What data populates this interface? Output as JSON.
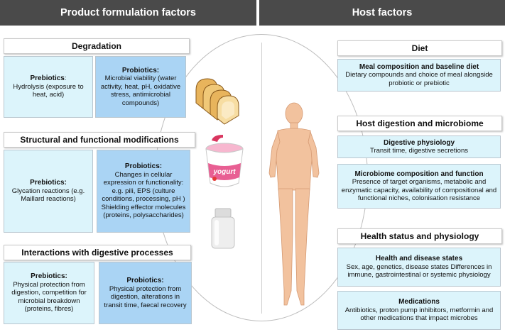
{
  "headers": {
    "left": "Product formulation factors",
    "right": "Host factors"
  },
  "left": {
    "degradation": {
      "title": "Degradation",
      "prebiotics": {
        "label": "Prebiotics",
        "text": "Hydrolysis (exposure to heat, acid)"
      },
      "probiotics": {
        "label": "Probiotics:",
        "text": "Microbial viability (water activity, heat, pH, oxidative stress, antimicrobial compounds)"
      }
    },
    "structural": {
      "title": "Structural and functional modifications",
      "prebiotics": {
        "label": "Prebiotics:",
        "text": "Glycation reactions (e.g. Maillard reactions)"
      },
      "probiotics": {
        "label": "Probiotics:",
        "text": "Changes in cellular expression or functionality: e.g. pili, EPS (culture conditions, processing, pH ) Shielding effector molecules (proteins, polysaccharides)"
      }
    },
    "interactions": {
      "title": "Interactions with digestive processes",
      "prebiotics": {
        "label": "Prebiotics:",
        "text": "Physical protection from digestion, competition for microbial breakdown (proteins, fibres)"
      },
      "probiotics": {
        "label": "Probiotics:",
        "text": "Physical protection from digestion, alterations in transit time, faecal recovery"
      }
    }
  },
  "right": {
    "diet": {
      "title": "Diet",
      "meal": {
        "label": "Meal composition and baseline diet",
        "text": "Dietary compounds and choice of meal alongside probiotic or prebiotic"
      }
    },
    "digestion": {
      "title": "Host digestion and microbiome",
      "physiology": {
        "label": "Digestive physiology",
        "text": "Transit time, digestive secretions"
      },
      "microbiome": {
        "label": "Microbiome composition and function",
        "text": "Presence of target organisms, metabolic and enzymatic capacity, availability of compositional and functional niches, colonisation resistance"
      }
    },
    "health": {
      "title": "Health status and physiology",
      "states": {
        "label": "Health and disease states",
        "text": "Sex, age, genetics, disease states Differences in immune, gastrointestinal or systemic physiology"
      },
      "medications": {
        "label": "Medications",
        "text": "Antibiotics, proton pump inhibitors, metformin and other medications that impact microbes"
      }
    }
  },
  "illustrations": {
    "yogurt_label": "yogurt",
    "icons": [
      "bread-icon",
      "yogurt-cup-icon",
      "pill-bottle-icon",
      "human-body-icon"
    ]
  },
  "colors": {
    "banner": "#4a4a4a",
    "light_box": "#dcf4fb",
    "mid_box": "#aad4f4",
    "body_skin": "#f2c29e",
    "yogurt_pink": "#e85f93"
  }
}
